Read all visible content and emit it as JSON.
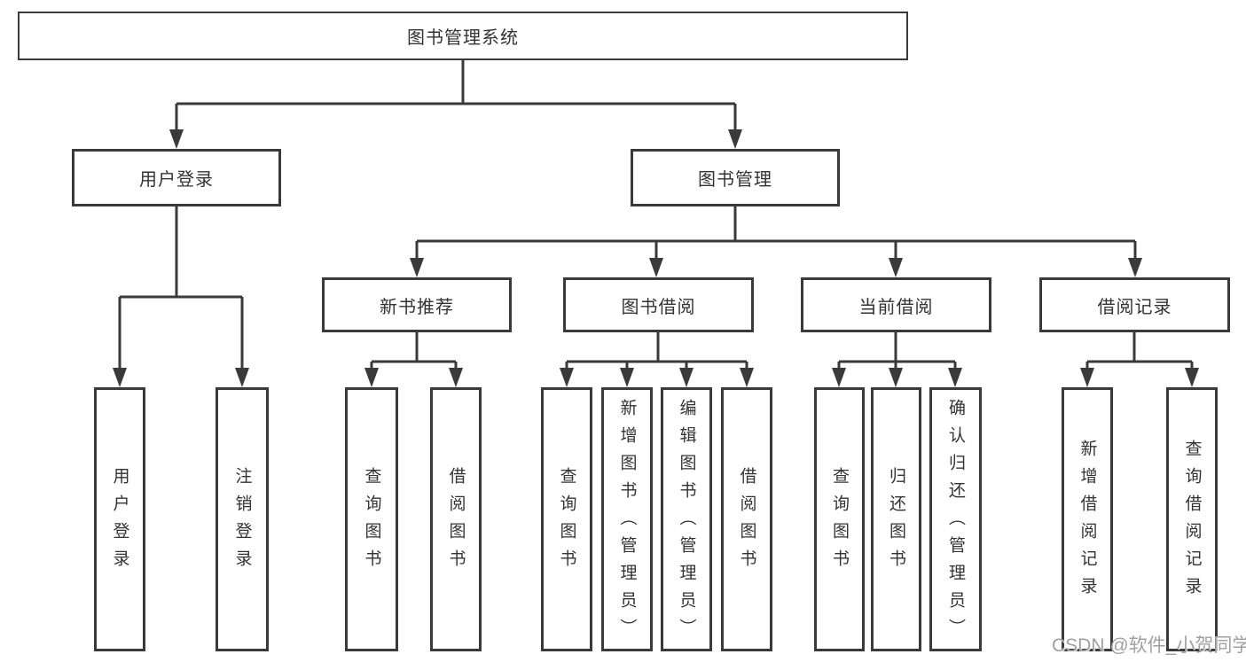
{
  "colors": {
    "line": "#3a3a3a",
    "box_border": "#3a3a3a",
    "text": "#333333",
    "watermark": "#a0a0a0",
    "background": "#ffffff"
  },
  "diagram": {
    "root": {
      "label": "图书管理系统"
    },
    "branches": [
      {
        "label": "用户登录",
        "children": [
          {
            "label": "用户登录"
          },
          {
            "label": "注销登录"
          }
        ]
      },
      {
        "label": "图书管理",
        "children": [
          {
            "label": "新书推荐",
            "children": [
              {
                "label": "查询图书"
              },
              {
                "label": "借阅图书"
              }
            ]
          },
          {
            "label": "图书借阅",
            "children": [
              {
                "label": "查询图书"
              },
              {
                "label": "新增图书（管理员）"
              },
              {
                "label": "编辑图书（管理员）"
              },
              {
                "label": "借阅图书"
              }
            ]
          },
          {
            "label": "当前借阅",
            "children": [
              {
                "label": "查询图书"
              },
              {
                "label": "归还图书"
              },
              {
                "label": "确认归还（管理员）"
              }
            ]
          },
          {
            "label": "借阅记录",
            "children": [
              {
                "label": "新增借阅记录"
              },
              {
                "label": "查询借阅记录"
              }
            ]
          }
        ]
      }
    ]
  },
  "watermark": {
    "text": "CSDN @软件_小贺同学"
  }
}
